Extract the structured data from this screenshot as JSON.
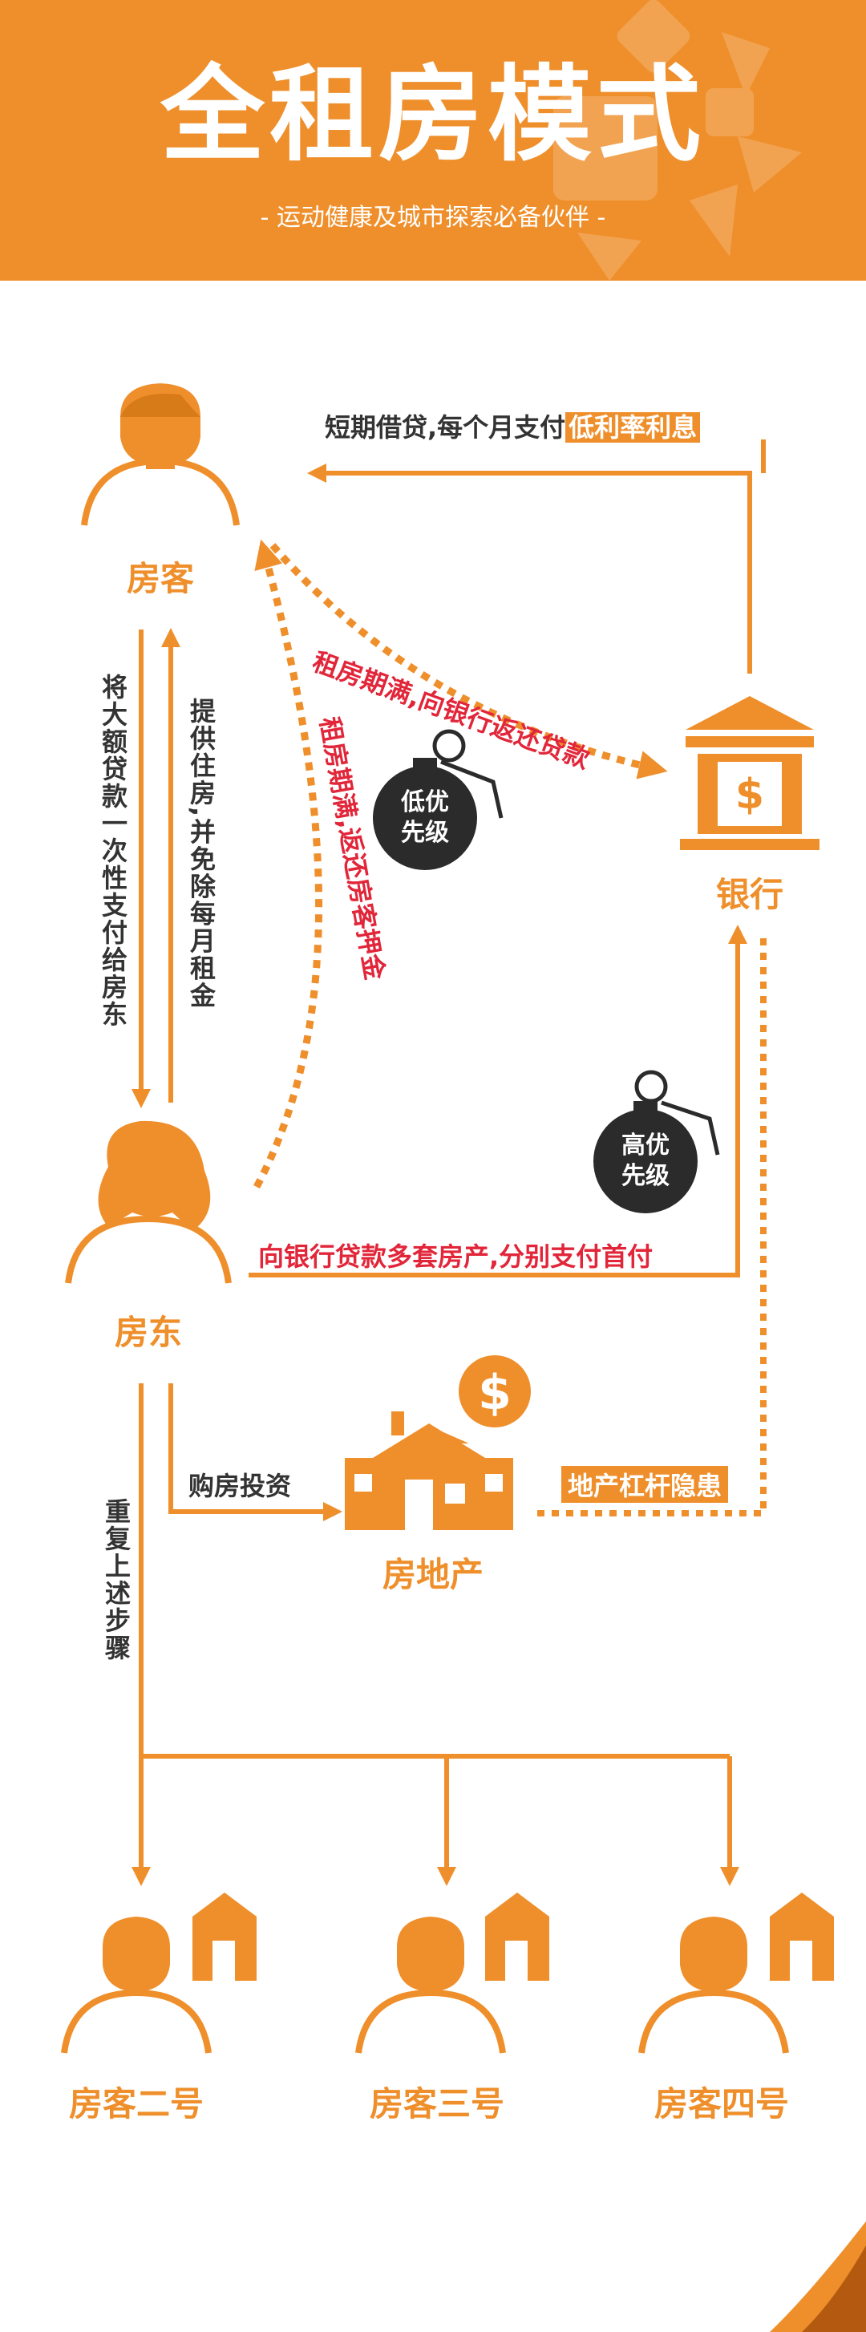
{
  "header": {
    "title": "全租房模式",
    "subtitle": "- 运动健康及城市探索必备伙伴 -"
  },
  "nodes": {
    "tenant": "房客",
    "bank": "银行",
    "landlord": "房东",
    "property": "房地产",
    "tenant2": "房客二号",
    "tenant3": "房客三号",
    "tenant4": "房客四号"
  },
  "edges": {
    "short_loan_prefix": "短期借贷,每个月支付",
    "short_loan_highlight": "低利率利息",
    "lump_sum": "将大额贷款一次性支付给房东",
    "provide_housing": "提供住房,并免除每月租金",
    "lease_end_bank": "租房期满,向银行返还贷款",
    "lease_end_deposit": "租房期满,返还房客押金",
    "bank_loan": "向银行贷款多套房产,分别支付首付",
    "buy_invest": "购房投资",
    "leverage_risk": "地产杠杆隐患",
    "repeat": "重复上述步骤"
  },
  "priority": {
    "low": "低优\n先级",
    "high": "高优\n先级"
  },
  "colors": {
    "accent": "#ef8f2b",
    "red": "#e2263a",
    "dark": "#2b2b2b"
  }
}
